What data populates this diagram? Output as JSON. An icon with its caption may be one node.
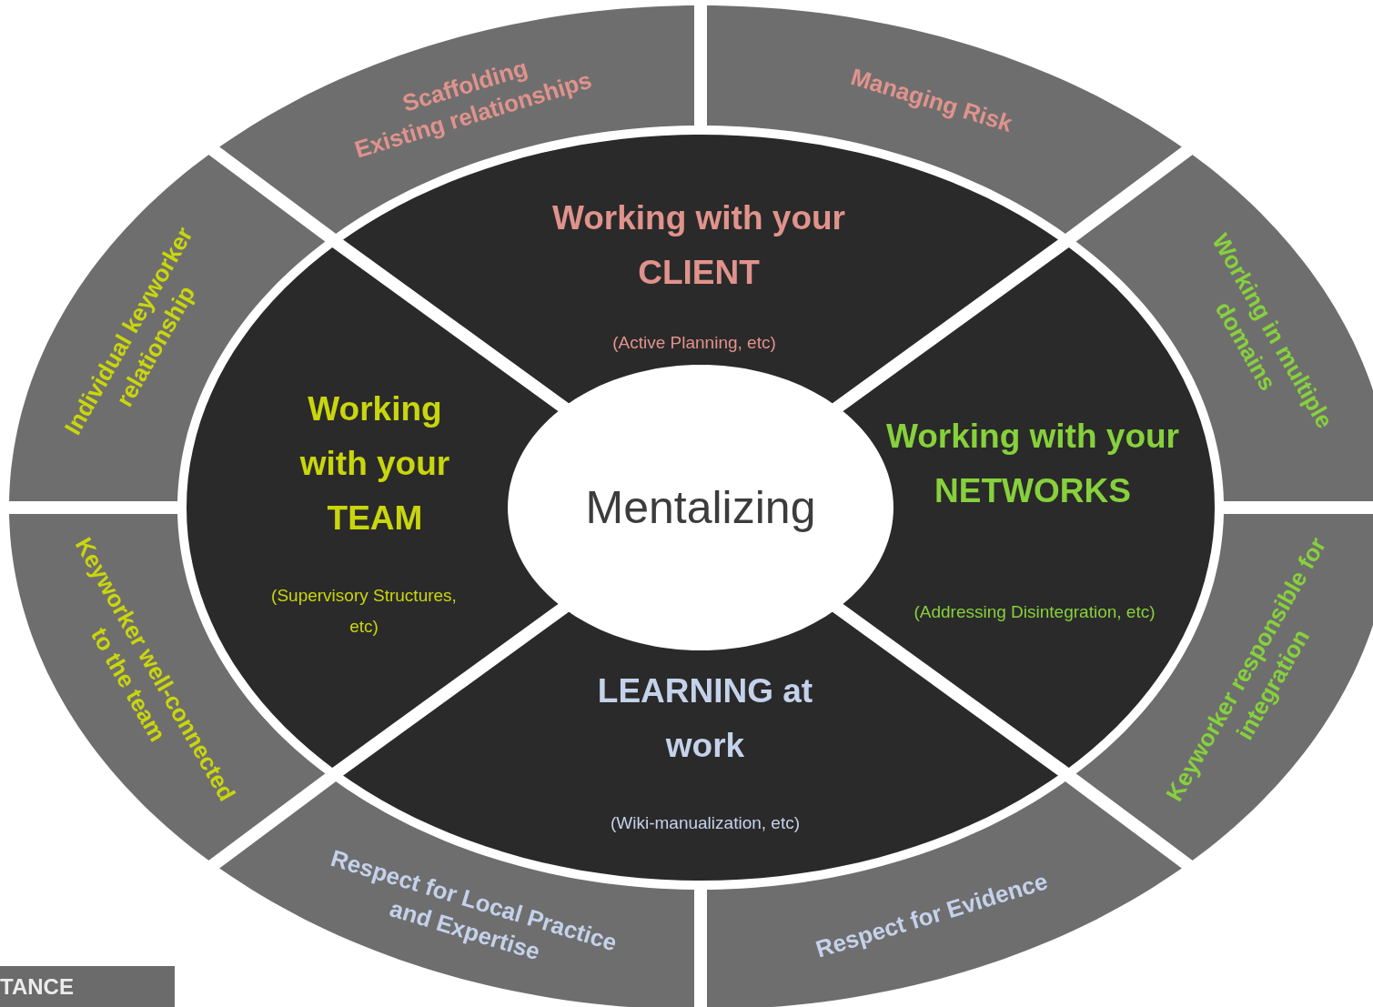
{
  "diagram": {
    "nodes": [
      {
        "text": [
          "Mentalizing"
        ]
      },
      {
        "text": [
          "Working with your CLIENT",
          "(Active Planning, etc)"
        ]
      },
      {
        "text": [
          "Working with your NETWORKS",
          "(Addressing Disintegration, etc)"
        ]
      },
      {
        "text": [
          "LEARNING at work",
          "(Wiki-manualization, etc)"
        ]
      },
      {
        "text": [
          "Working with your TEAM",
          "(Supervisory Structures, etc)"
        ]
      },
      {
        "text": [
          "Individual keyworker relationship"
        ]
      },
      {
        "text": [
          "Scaffolding",
          "Existing relationships"
        ]
      },
      {
        "text": [
          "Managing Risk"
        ]
      },
      {
        "text": [
          "Working in multiple domains"
        ]
      },
      {
        "text": [
          "Keyworker responsible for integration"
        ]
      },
      {
        "text": [
          "Respect for Evidence"
        ]
      },
      {
        "text": [
          "Respect for Local Practice and Expertise"
        ]
      },
      {
        "text": [
          "Keyworker well-connected to the team"
        ]
      },
      {
        "text": [
          "TANCE"
        ]
      }
    ]
  }
}
